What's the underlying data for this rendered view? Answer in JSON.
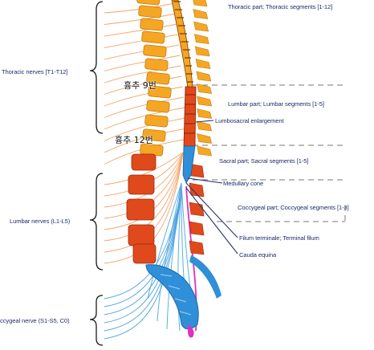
{
  "labels": {
    "thoracic_nerves": "Thoracic nerves [T1-T12]",
    "lumbar_nerves": "Lumbar nerves (L1-L5)",
    "coccygeal_nerve": "ccygeal nerve (S1-S5, C0)",
    "thoracic_part": "Thoracic part; Thoracic segments [1-12]",
    "lumbar_part": "Lumbar part; Lumbar segments [1-5]",
    "lumbosacral_enlargement": "Lumbosacral enlargement",
    "sacral_part": "Sacral part; Sacral segments  [1-5]",
    "medullary_cone": "Medullary cone",
    "coccygeal_part": "Coccygeal part; Coccygeal segments [1-3]",
    "filum_terminale": "Filum terminale; Terminal filum",
    "cauda_equina": "Cauda equina"
  },
  "annotations": {
    "t9": "흉추 9번",
    "t12": "흉추 12번"
  },
  "colors": {
    "thoracic_vertebra": "#f5a623",
    "lumbar_vertebra": "#e0491c",
    "sacral": "#2f8fd8",
    "spinal_cord": "#e04a1a",
    "nerve_light": "#f4a46a",
    "cauda": "#4aa3e0",
    "coccygeal_nerve": "#e030c0",
    "label_text": "#1f2d6b",
    "leader": "#2a3570"
  }
}
